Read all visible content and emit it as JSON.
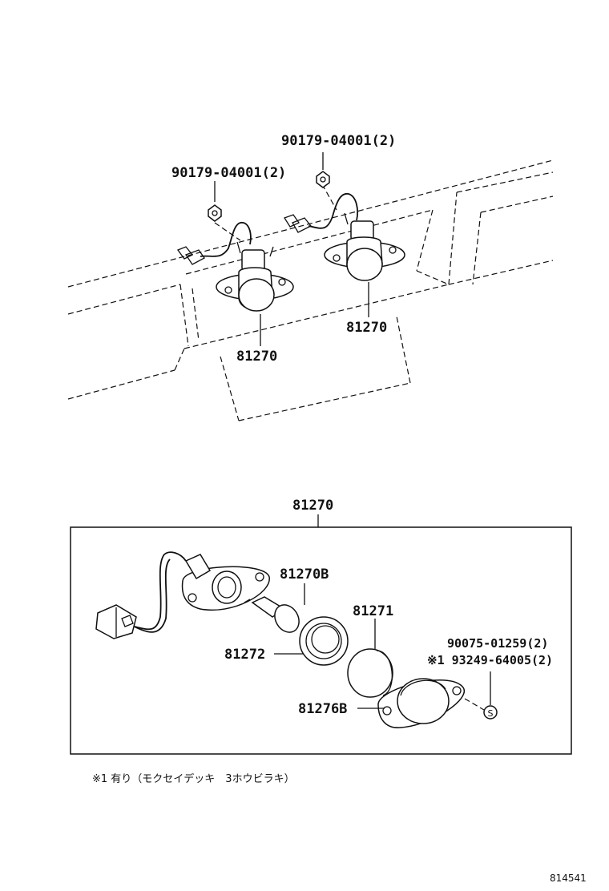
{
  "callouts": {
    "nut_right": "90179-04001(2)",
    "nut_left": "90179-04001(2)",
    "lamp_left": "81270",
    "lamp_right": "81270",
    "assembly": "81270",
    "bulb": "81270B",
    "lens": "81271",
    "gasket": "81272",
    "housing": "81276B",
    "screw_a": "90075-01259(2)",
    "screw_b": "※1 93249-64005(2)",
    "screw_symbol": "S"
  },
  "footnote": "※1 有り（モクセイデッキ　3ホウビラキ）",
  "diagram_code": "814541"
}
